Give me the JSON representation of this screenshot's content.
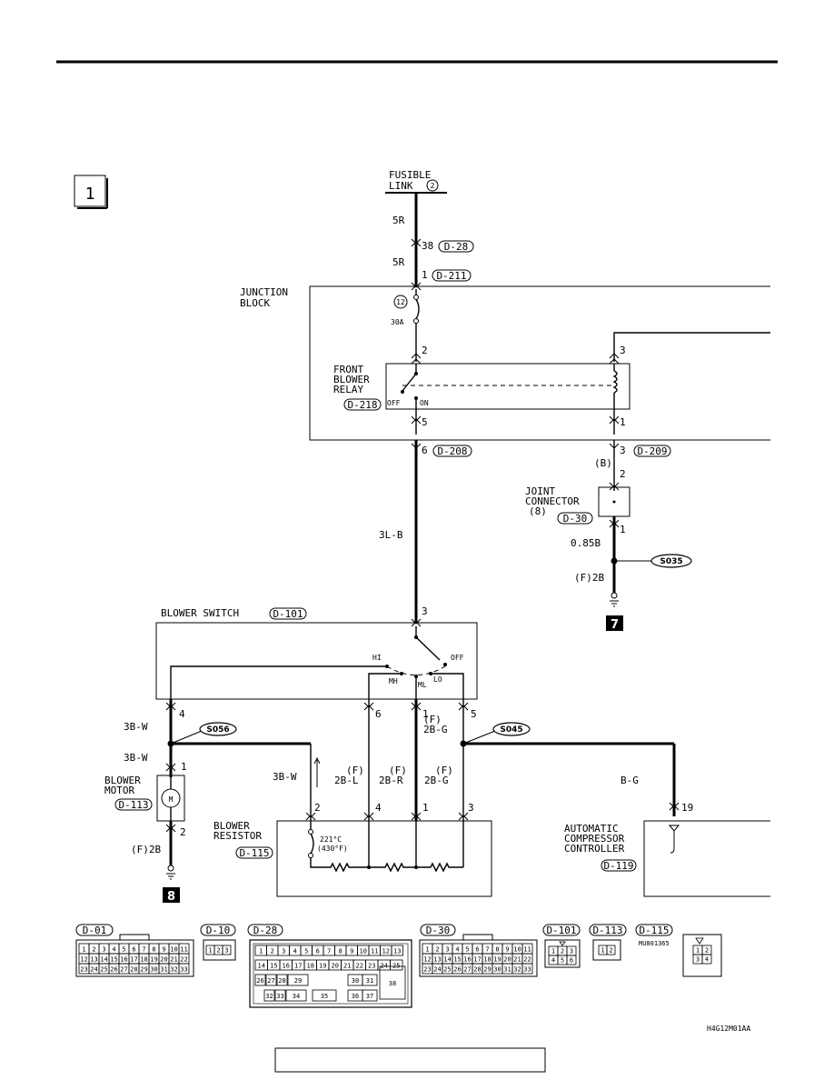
{
  "page_number": "1",
  "source": {
    "name": "FUSIBLE",
    "name2": "LINK",
    "num": "2"
  },
  "wires": {
    "w5r_a": "5R",
    "w5r_b": "5R",
    "pin38": "38",
    "pin1_top": "1",
    "w3lb": "3L-B",
    "wb": "(B)",
    "w085b": "0.85B",
    "wf2b_r": "(F)2B",
    "w3bw_a": "3B-W",
    "w3bw_b": "3B-W",
    "w3bw_c": "3B-W",
    "wf2b_l": "(F)2B",
    "wf": "(F)",
    "w2bg": "2B-G",
    "w2bl": "2B-L",
    "w2br": "2B-R",
    "w2bg2": "2B-G",
    "wbg": "B-G"
  },
  "conn_tags": {
    "d28": "D-28",
    "d211": "D-211",
    "d218": "D-218",
    "d208": "D-208",
    "d209": "D-209",
    "d30": "D-30",
    "d101": "D-101",
    "d113": "D-113",
    "d115": "D-115",
    "d119": "D-119"
  },
  "junction": {
    "name": "JUNCTION",
    "name2": "BLOCK",
    "fuse_num": "12",
    "fuse_amp": "30A",
    "pin2": "2",
    "pin3": "3",
    "pin5": "5",
    "pin1": "1"
  },
  "relay": {
    "l1": "FRONT",
    "l2": "BLOWER",
    "l3": "RELAY",
    "off": "OFF",
    "on": "ON"
  },
  "joint": {
    "l1": "JOINT",
    "l2": "CONNECTOR",
    "l3": "(8)",
    "pin3": "3",
    "pin2": "2",
    "pin1": "1"
  },
  "splices": {
    "s035": "S035",
    "s056": "S056",
    "s045": "S045"
  },
  "grounds": {
    "g7": "7",
    "g8": "8"
  },
  "switch": {
    "name": "BLOWER SWITCH",
    "hi": "HI",
    "mh": "MH",
    "ml": "ML",
    "lo": "LO",
    "off": "OFF",
    "pin3": "3",
    "pin4": "4",
    "pin6": "6",
    "pin1": "1",
    "pin5": "5"
  },
  "motor": {
    "l1": "BLOWER",
    "l2": "MOTOR",
    "pin1": "1",
    "pin2": "2",
    "m": "M"
  },
  "resistor": {
    "l1": "BLOWER",
    "l2": "RESISTOR",
    "temp": "221°C",
    "temp2": "(430°F)",
    "pin2": "2",
    "pin4": "4",
    "pin1": "1",
    "pin3": "3"
  },
  "acc": {
    "l1": "AUTOMATIC",
    "l2": "COMPRESSOR",
    "l3": "CONTROLLER",
    "pin19": "19"
  },
  "connectors": {
    "c01": "D-01",
    "c10": "D-10",
    "c28": "D-28",
    "c30": "D-30",
    "c101": "D-101",
    "c113": "D-113",
    "c115": "D-115",
    "mu": "MU801365",
    "grid22a": [
      "1",
      "2",
      "3",
      "4",
      "5",
      "6",
      "7",
      "8",
      "9",
      "10",
      "11",
      "12",
      "13",
      "14",
      "15",
      "16",
      "17",
      "18",
      "19",
      "20",
      "21",
      "22",
      "23",
      "24",
      "25",
      "26",
      "27",
      "28",
      "29",
      "30",
      "31",
      "32",
      "33"
    ],
    "c10_cells": [
      "1",
      "2",
      "3"
    ],
    "c101_cells": [
      "1",
      "2",
      "3",
      "4",
      "5",
      "6"
    ],
    "c113_cells": [
      "1",
      "2"
    ],
    "c115_cells": [
      "1",
      "2",
      "3",
      "4"
    ],
    "c28_row1": [
      "1",
      "2",
      "3",
      "4",
      "5",
      "6",
      "7",
      "8",
      "9",
      "10",
      "11",
      "12",
      "13"
    ],
    "c28_row2": [
      "14",
      "15",
      "16",
      "17",
      "18",
      "19",
      "20",
      "21",
      "22",
      "23",
      "24",
      "25"
    ],
    "c28_row3": [
      "26",
      "27",
      "28",
      "29",
      "30",
      "31"
    ],
    "c28_row4": [
      "32",
      "33",
      "34",
      "35",
      "36",
      "37"
    ],
    "c28_big": "38"
  },
  "figure_code": "H4G12M01AA"
}
